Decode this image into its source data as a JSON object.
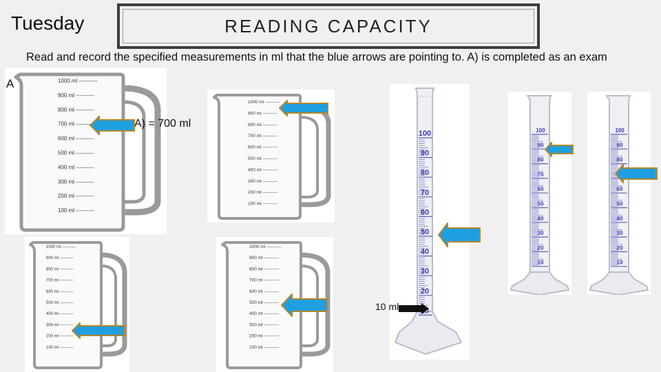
{
  "header": {
    "day": "Tuesday",
    "title": "READING CAPACITY"
  },
  "instructions": "Read and record the specified measurements in ml that the blue arrows are pointing to.  A) is completed as an exam",
  "example": {
    "label": "A",
    "answer": "A) = 700 ml"
  },
  "jug_scale": [
    "1000 ml",
    "900 ml",
    "800 ml",
    "700 ml",
    "600 ml",
    "500 ml",
    "400 ml",
    "300 ml",
    "200 ml",
    "100 ml"
  ],
  "cylinder_scale": [
    "100",
    "90",
    "80",
    "70",
    "60",
    "50",
    "40",
    "30",
    "20",
    "10"
  ],
  "cylinder_note": "10 ml",
  "colors": {
    "arrow_fill": "#1f9fe0",
    "arrow_border": "#b8862b",
    "black_arrow": "#111111",
    "cylinder_marks": "#3b3bb0"
  }
}
